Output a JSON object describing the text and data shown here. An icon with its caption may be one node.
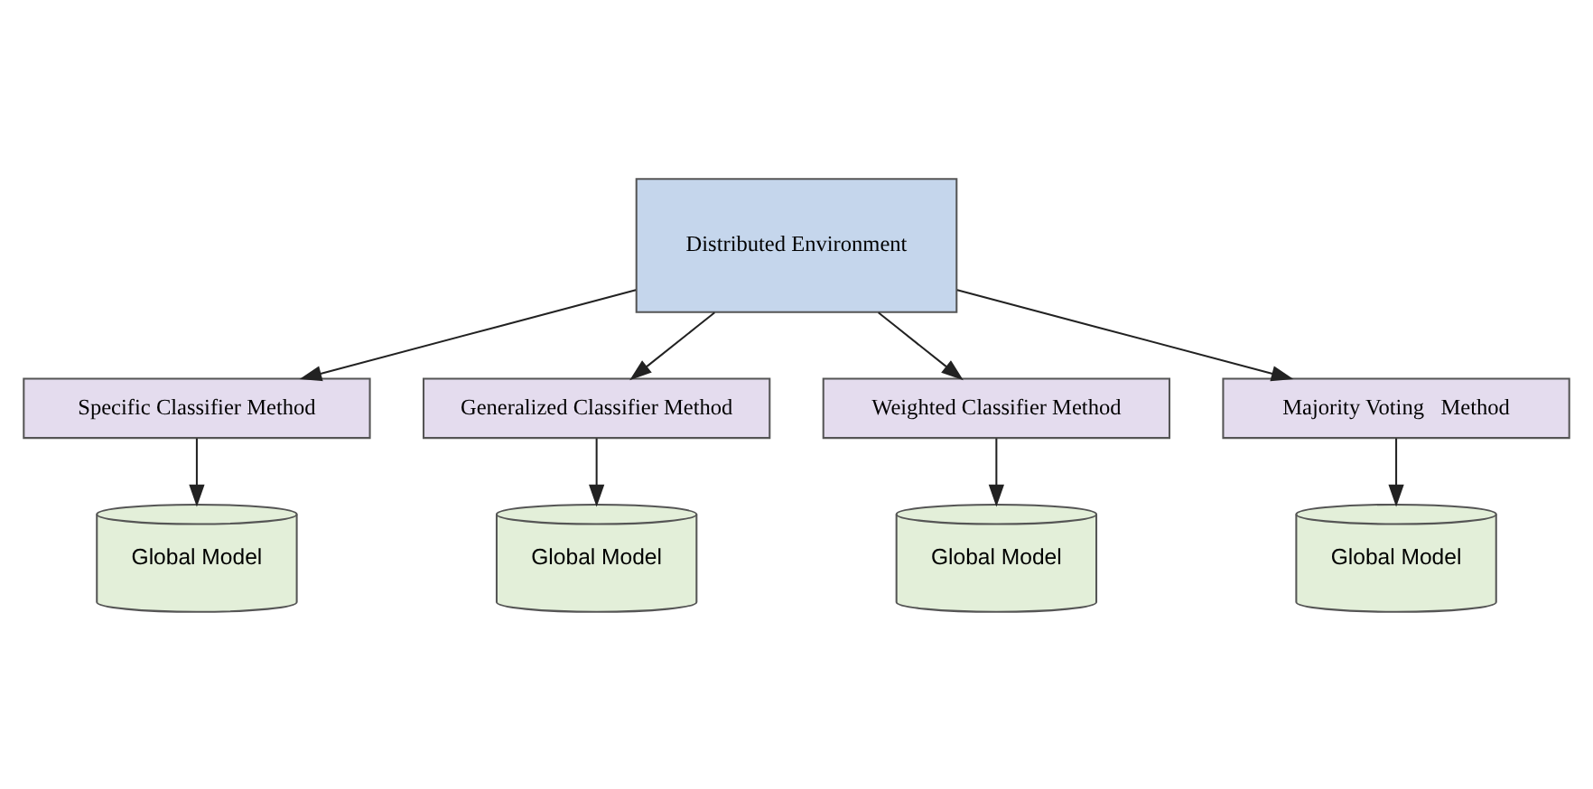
{
  "diagram": {
    "nodes": [
      {
        "text": [
          "Specific Classifier Method"
        ]
      },
      {
        "text": [
          "Global Model"
        ]
      },
      {
        "text": [
          "Generalized Classifier Method"
        ]
      },
      {
        "text": [
          "Global Model"
        ]
      },
      {
        "text": [
          "Distributed Environment"
        ]
      },
      {
        "text": [
          "Weighted Classifier Method"
        ]
      },
      {
        "text": [
          "Global Model"
        ]
      },
      {
        "text": [
          "Majority Voting   Method"
        ]
      },
      {
        "text": [
          "Global Model"
        ]
      }
    ],
    "edges": [
      {
        "from": 0,
        "to": 1,
        "arrow": "to"
      },
      {
        "from": 4,
        "to": 0,
        "arrow": "to"
      },
      {
        "from": 4,
        "to": 2,
        "arrow": "to"
      },
      {
        "from": 2,
        "to": 3,
        "arrow": "to"
      },
      {
        "from": 4,
        "to": 5,
        "arrow": "to"
      },
      {
        "from": 4,
        "to": 7,
        "arrow": "to"
      },
      {
        "from": 5,
        "to": 6,
        "arrow": "to"
      },
      {
        "from": 7,
        "to": 8,
        "arrow": "to"
      }
    ]
  }
}
